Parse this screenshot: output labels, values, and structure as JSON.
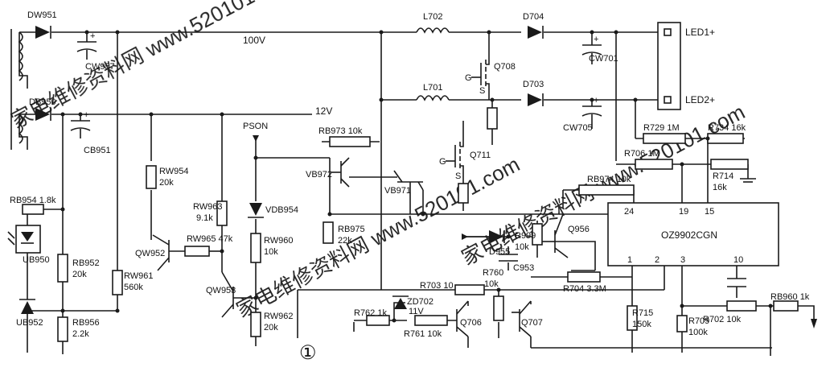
{
  "labels": {
    "dw951": "DW951",
    "db950": "DB950",
    "cw957": "CW957",
    "cb951": "CB951",
    "v100": "100V",
    "v12": "12V",
    "pson": "PSON",
    "l702": "L702",
    "l701": "L701",
    "d704": "D704",
    "d703": "D703",
    "q708": "Q708",
    "q711": "Q711",
    "g1": "G",
    "s1": "S",
    "g2": "G",
    "s2": "S",
    "cw701": "CW701",
    "cw705": "CW705",
    "led1": "LED1+",
    "led2": "LED2+",
    "r729": "R729  1M",
    "r734": "R734  16k",
    "r706": "R706  1M",
    "r714": "R714",
    "r714v": "16k",
    "rb973": "RB973  10k",
    "vb972": "VB972",
    "vb971": "VB971",
    "rb974": "RB974  10k",
    "rw954": "RW954",
    "rw954v": "20k",
    "rw963": "RW963",
    "rw963v": "9.1k",
    "vdb954": "VDB954",
    "rw960": "RW960",
    "rw960v": "10k",
    "rw962": "RW962",
    "rw962v": "20k",
    "rw965": "RW965  47k",
    "qw952": "QW952",
    "qw953": "QW953",
    "rw961": "RW961",
    "rw961v": "560k",
    "rb954": "RB954  1.8k",
    "ub950": "UB950",
    "rb952": "RB952",
    "rb952v": "20k",
    "rb956": "RB956",
    "rb956v": "2.2k",
    "ub952": "UB952",
    "rb975": "RB975",
    "rb975v": "22k",
    "d955": "D955",
    "r999": "R999",
    "r999v": "10k",
    "q956": "Q956",
    "c953": "C953",
    "r760": "R760",
    "r760v": "10k",
    "r703": "R703  10",
    "zd702": "ZD702",
    "zd702v": "11V",
    "r704": "R704  3.3M",
    "r762": "R762  1k",
    "r761": "R761  10k",
    "q706": "Q706",
    "q707": "Q707",
    "r715": "R715",
    "r715v": "150k",
    "r709": "R709",
    "r709v": "100k",
    "r702": "R702  10k",
    "rb960": "RB960  1k",
    "ic": "OZ9902CGN",
    "pin24": "24",
    "pin19": "19",
    "pin15": "15",
    "pin1": "1",
    "pin2": "2",
    "pin3": "3",
    "pin10": "10",
    "circ": "①",
    "wm": "家电维修资料网  www.520101.com"
  }
}
